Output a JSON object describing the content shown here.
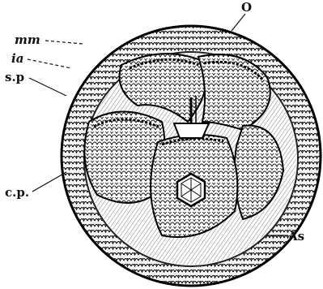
{
  "figure": {
    "labels": {
      "o": "O",
      "mm": "mm",
      "ia": "ia",
      "sp": "s.p",
      "cp": "c.p.",
      "as": "As"
    }
  }
}
